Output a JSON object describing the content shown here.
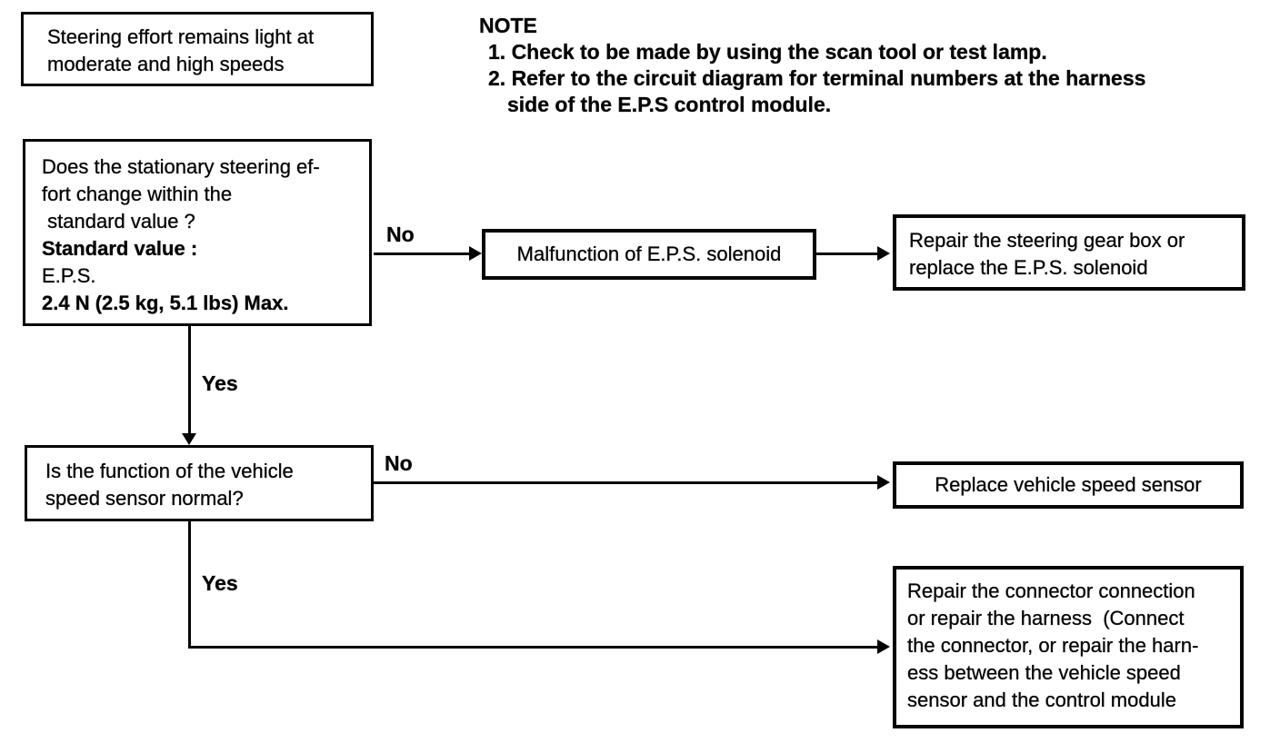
{
  "colors": {
    "ink": "#050505",
    "paper": "#ffffff"
  },
  "start_box": {
    "text": "Steering effort remains light at\nmoderate and high speeds"
  },
  "note": {
    "title": "NOTE",
    "line1": "1. Check to be made by using the scan tool or test lamp.",
    "line2": "2. Refer to the circuit diagram for terminal numbers at the harness",
    "line3": "side of the E.P.S control module."
  },
  "question1": {
    "text": "Does the stationary steering ef-\nfort change within the\n standard value ?",
    "standard_label": "Standard value :",
    "standard_item": "E.P.S.",
    "standard_value": "2.4 N (2.5 kg, 5.1 lbs) Max."
  },
  "labels": {
    "no1": "No",
    "yes1": "Yes",
    "no2": "No",
    "yes2": "Yes"
  },
  "cause_box": {
    "text": "Malfunction of E.P.S. solenoid"
  },
  "action_gearbox": {
    "text": "Repair the steering gear box or\nreplace the E.P.S. solenoid"
  },
  "question2": {
    "text": "Is the function of the vehicle\nspeed sensor normal?"
  },
  "action_sensor": {
    "text": "Replace vehicle speed sensor"
  },
  "action_harness": {
    "text": "Repair the connector connection\nor repair the harness  (Connect\nthe connector, or repair the harn-\ness between the vehicle speed\nsensor and the control module"
  }
}
